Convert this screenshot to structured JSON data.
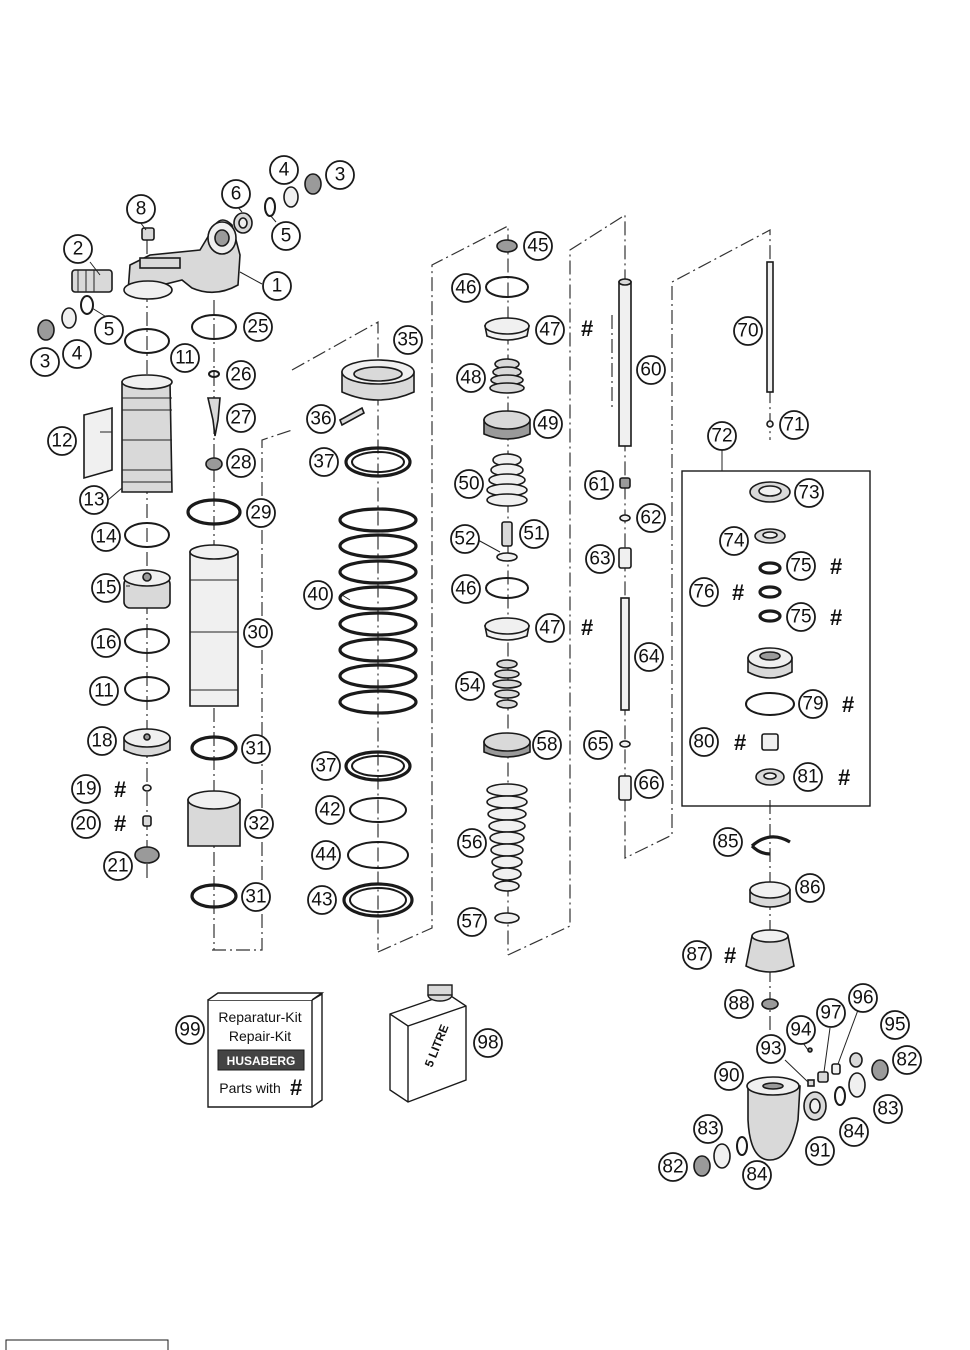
{
  "callouts": [
    "1",
    "2",
    "3",
    "4",
    "5",
    "6",
    "8",
    "11",
    "12",
    "13",
    "14",
    "15",
    "16",
    "18",
    "19",
    "20",
    "21",
    "25",
    "26",
    "27",
    "28",
    "29",
    "30",
    "31",
    "32",
    "35",
    "36",
    "37",
    "40",
    "42",
    "43",
    "44",
    "45",
    "46",
    "47",
    "48",
    "49",
    "50",
    "51",
    "52",
    "54",
    "56",
    "57",
    "58",
    "60",
    "61",
    "62",
    "63",
    "64",
    "65",
    "66",
    "70",
    "71",
    "72",
    "73",
    "74",
    "75",
    "76",
    "79",
    "80",
    "81",
    "82",
    "83",
    "84",
    "85",
    "86",
    "87",
    "88",
    "90",
    "91",
    "93",
    "94",
    "95",
    "96",
    "97",
    "98",
    "99"
  ],
  "hash_mark": "#",
  "repair_kit": {
    "line1": "Reparatur-Kit",
    "line2": "Repair-Kit",
    "brand": "HUSABERG",
    "line3": "Parts with"
  },
  "oil_can": {
    "label": "5 LITRE"
  },
  "footer_code": "__ ___ ___"
}
